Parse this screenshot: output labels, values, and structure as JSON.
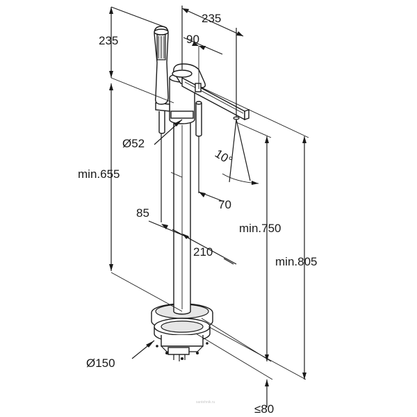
{
  "dimensions": {
    "handshower_height": "235",
    "spout_reach": "235",
    "spout_offset": "90",
    "pipe_diameter": "Ø52",
    "tilt_angle": "10°",
    "min_handle_height": "min.655",
    "handle_offset": "70",
    "wall_offset": "85",
    "base_offset": "210",
    "min_outlet_height": "min.750",
    "min_total_height": "min.805",
    "base_diameter": "Ø150",
    "max_floor_depth": "≤80"
  },
  "watermark": "santehnik.ru"
}
